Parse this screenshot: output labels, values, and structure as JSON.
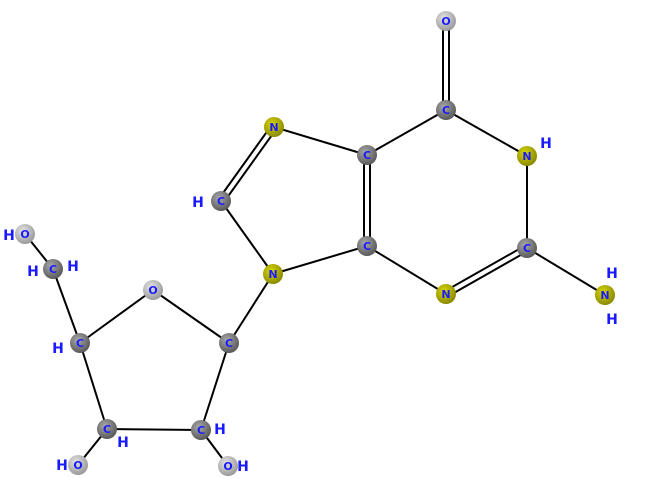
{
  "colors": {
    "background": "#ffffff",
    "bond": "#000000",
    "label": "#1a1aff",
    "carbon": "#8a8a8a",
    "carbon_shadow": "#5a5a5a",
    "nitrogen": "#b8b800",
    "nitrogen_shadow": "#7a7a00",
    "oxygen": "#c8c8c8",
    "oxygen_shadow": "#8e8e8e"
  },
  "atoms": [
    {
      "id": "O6",
      "element": "O",
      "label": "O",
      "color": "oxygen"
    },
    {
      "id": "C6",
      "element": "C",
      "label": "C",
      "color": "carbon"
    },
    {
      "id": "N1",
      "element": "N",
      "label": "N",
      "color": "nitrogen"
    },
    {
      "id": "C2",
      "element": "C",
      "label": "C",
      "color": "carbon"
    },
    {
      "id": "N2",
      "element": "N",
      "label": "N",
      "color": "nitrogen"
    },
    {
      "id": "N3",
      "element": "N",
      "label": "N",
      "color": "nitrogen"
    },
    {
      "id": "C4",
      "element": "C",
      "label": "C",
      "color": "carbon"
    },
    {
      "id": "C5",
      "element": "C",
      "label": "C",
      "color": "carbon"
    },
    {
      "id": "N7",
      "element": "N",
      "label": "N",
      "color": "nitrogen"
    },
    {
      "id": "C8",
      "element": "C",
      "label": "C",
      "color": "carbon"
    },
    {
      "id": "N9",
      "element": "N",
      "label": "N",
      "color": "nitrogen"
    },
    {
      "id": "C1p",
      "element": "C",
      "label": "C",
      "color": "carbon"
    },
    {
      "id": "O4p",
      "element": "O",
      "label": "O",
      "color": "oxygen"
    },
    {
      "id": "C4p",
      "element": "C",
      "label": "C",
      "color": "carbon"
    },
    {
      "id": "C5p",
      "element": "C",
      "label": "C",
      "color": "carbon"
    },
    {
      "id": "O5p",
      "element": "O",
      "label": "O",
      "color": "oxygen"
    },
    {
      "id": "C3p",
      "element": "C",
      "label": "C",
      "color": "carbon"
    },
    {
      "id": "O3p",
      "element": "O",
      "label": "O",
      "color": "oxygen"
    },
    {
      "id": "C2p",
      "element": "C",
      "label": "C",
      "color": "carbon"
    },
    {
      "id": "O2p",
      "element": "O",
      "label": "O",
      "color": "oxygen"
    }
  ],
  "bonds": [
    {
      "a": "O6",
      "b": "C6",
      "order": 2
    },
    {
      "a": "C6",
      "b": "N1",
      "order": 1
    },
    {
      "a": "C6",
      "b": "C5",
      "order": 1
    },
    {
      "a": "N1",
      "b": "C2",
      "order": 1
    },
    {
      "a": "C2",
      "b": "N2",
      "order": 1
    },
    {
      "a": "C2",
      "b": "N3",
      "order": 2
    },
    {
      "a": "N3",
      "b": "C4",
      "order": 1
    },
    {
      "a": "C4",
      "b": "C5",
      "order": 2
    },
    {
      "a": "C5",
      "b": "N7",
      "order": 1
    },
    {
      "a": "N7",
      "b": "C8",
      "order": 2
    },
    {
      "a": "C8",
      "b": "N9",
      "order": 1
    },
    {
      "a": "N9",
      "b": "C4",
      "order": 1
    },
    {
      "a": "N9",
      "b": "C1p",
      "order": 1
    },
    {
      "a": "C1p",
      "b": "O4p",
      "order": 1
    },
    {
      "a": "O4p",
      "b": "C4p",
      "order": 1
    },
    {
      "a": "C4p",
      "b": "C5p",
      "order": 1
    },
    {
      "a": "C5p",
      "b": "O5p",
      "order": 1
    },
    {
      "a": "C4p",
      "b": "C3p",
      "order": 1
    },
    {
      "a": "C3p",
      "b": "C2p",
      "order": 1
    },
    {
      "a": "C2p",
      "b": "C1p",
      "order": 1
    },
    {
      "a": "C3p",
      "b": "O3p",
      "order": 1
    },
    {
      "a": "C2p",
      "b": "O2p",
      "order": 1
    }
  ],
  "hydrogen_labels": [
    {
      "name": "h-n1",
      "text": "H"
    },
    {
      "name": "h-n2-top",
      "text": "H"
    },
    {
      "name": "h-n2-bot",
      "text": "H"
    },
    {
      "name": "h-c8",
      "text": "H"
    },
    {
      "name": "h-o5p",
      "text": "H"
    },
    {
      "name": "h-c5p-a",
      "text": "H"
    },
    {
      "name": "h-c5p-b",
      "text": "H"
    },
    {
      "name": "h-c4p",
      "text": "H"
    },
    {
      "name": "h-c3p",
      "text": "H"
    },
    {
      "name": "h-o3p",
      "text": "H"
    },
    {
      "name": "h-c2p",
      "text": "H"
    },
    {
      "name": "h-o2p",
      "text": "H"
    }
  ]
}
